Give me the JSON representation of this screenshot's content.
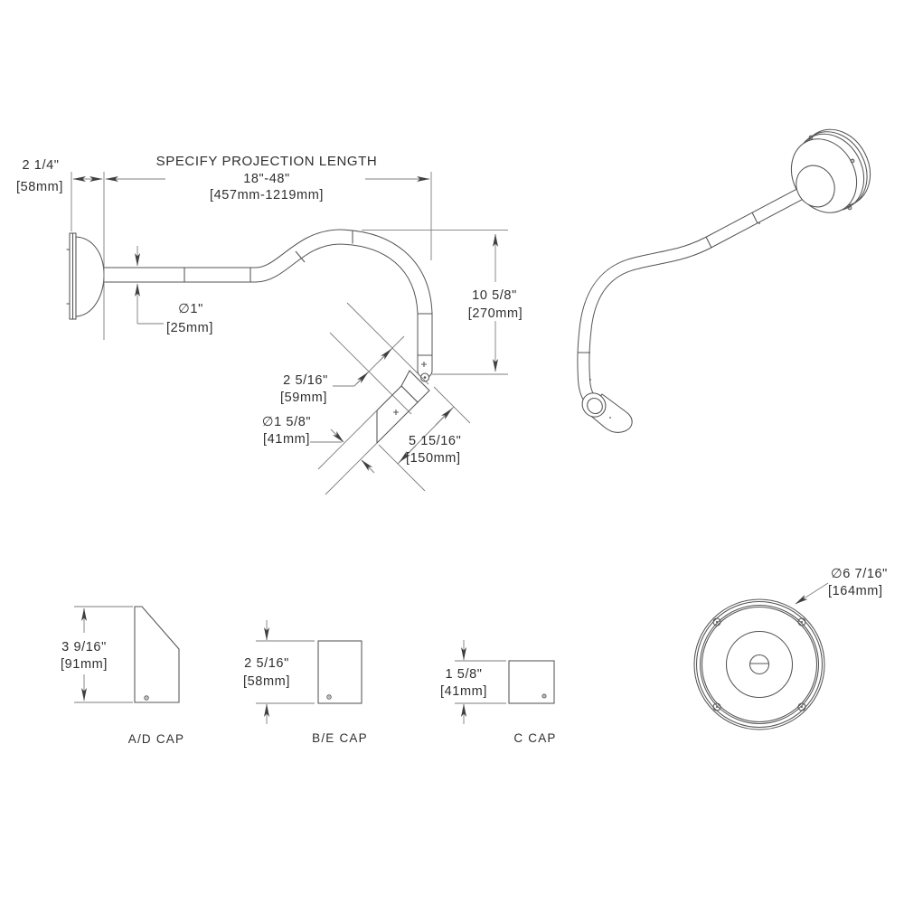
{
  "main_view": {
    "projection": {
      "line1": "SPECIFY PROJECTION LENGTH",
      "line2": "18\"-48\"",
      "line3": "[457mm-1219mm]"
    },
    "wall_depth": {
      "inches": "2 1/4\"",
      "mm": "[58mm]"
    },
    "pipe_diameter": {
      "inches": "∅1\"",
      "mm": "[25mm]"
    },
    "drop_height": {
      "inches": "10 5/8\"",
      "mm": "[270mm]"
    },
    "head_width": {
      "inches": "2 5/16\"",
      "mm": "[59mm]"
    },
    "head_diameter": {
      "inches": "∅1 5/8\"",
      "mm": "[41mm]"
    },
    "head_length": {
      "inches": "5 15/16\"",
      "mm": "[150mm]"
    }
  },
  "caps": {
    "ad": {
      "label": "A/D CAP",
      "inches": "3 9/16\"",
      "mm": "[91mm]"
    },
    "be": {
      "label": "B/E CAP",
      "inches": "2 5/16\"",
      "mm": "[58mm]"
    },
    "c": {
      "label": "C CAP",
      "inches": "1 5/8\"",
      "mm": "[41mm]"
    }
  },
  "backplate": {
    "diameter_inches": "∅6 7/16\"",
    "diameter_mm": "[164mm]"
  },
  "colors": {
    "part_line": "#545454",
    "dim_line": "#7d7d7d",
    "text": "#2f2f2f",
    "background": "#ffffff"
  }
}
